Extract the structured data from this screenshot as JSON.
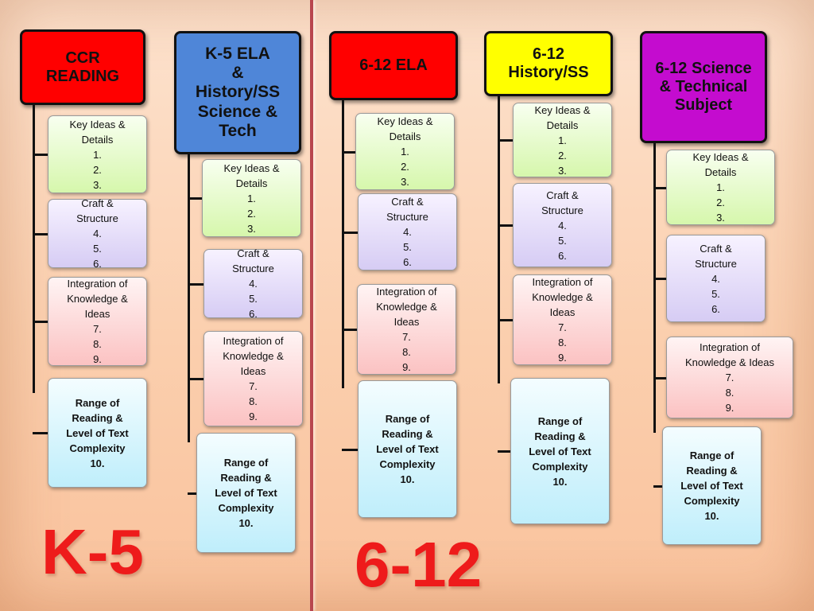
{
  "columns": [
    {
      "header": "CCR\nREADING",
      "header_color": "#ff0000",
      "cards": [
        {
          "lines": [
            "Key Ideas &",
            "Details",
            "1.",
            "2.",
            "3."
          ]
        },
        {
          "lines": [
            "Craft &",
            "Structure",
            "4.",
            "5.",
            "6."
          ]
        },
        {
          "lines": [
            "Integration of",
            "Knowledge &",
            "Ideas",
            "7.",
            "8.",
            "9."
          ]
        },
        {
          "lines": [
            "Range of",
            "Reading &",
            "Level of Text",
            "Complexity",
            "10."
          ]
        }
      ]
    },
    {
      "header": "K-5 ELA\n&\nHistory/SS\nScience &\nTech",
      "header_color": "#4f86d8",
      "cards": [
        {
          "lines": [
            "Key Ideas &",
            "Details",
            "1.",
            "2.",
            "3."
          ]
        },
        {
          "lines": [
            "Craft &",
            "Structure",
            "4.",
            "5.",
            "6."
          ]
        },
        {
          "lines": [
            "Integration of",
            "Knowledge &",
            "Ideas",
            "7.",
            "8.",
            "9."
          ]
        },
        {
          "lines": [
            "Range of",
            "Reading &",
            "Level of Text",
            "Complexity",
            "10."
          ]
        }
      ]
    },
    {
      "header": "6-12 ELA",
      "header_color": "#ff0000",
      "cards": [
        {
          "lines": [
            "Key Ideas &",
            "Details",
            "1.",
            "2.",
            "3."
          ]
        },
        {
          "lines": [
            "Craft &",
            "Structure",
            "4.",
            "5.",
            "6."
          ]
        },
        {
          "lines": [
            "Integration of",
            "Knowledge &",
            "Ideas",
            "7.",
            "8.",
            "9."
          ]
        },
        {
          "lines": [
            "Range of",
            "Reading &",
            "Level of Text",
            "Complexity",
            "10."
          ]
        }
      ]
    },
    {
      "header": "6-12\nHistory/SS",
      "header_color": "#ffff00",
      "cards": [
        {
          "lines": [
            "Key Ideas &",
            "Details",
            "1.",
            "2.",
            "3."
          ]
        },
        {
          "lines": [
            "Craft &",
            "Structure",
            "4.",
            "5.",
            "6."
          ]
        },
        {
          "lines": [
            "Integration of",
            "Knowledge &",
            "Ideas",
            "7.",
            "8.",
            "9."
          ]
        },
        {
          "lines": [
            "Range of",
            "Reading &",
            "Level of Text",
            "Complexity",
            "10."
          ]
        }
      ]
    },
    {
      "header": "6-12 Science\n& Technical\nSubject",
      "header_color": "#c40ccf",
      "cards": [
        {
          "lines": [
            "Key Ideas &",
            "Details",
            "1.",
            "2.",
            "3."
          ]
        },
        {
          "lines": [
            "Craft &",
            "Structure",
            "4.",
            "5.",
            "6."
          ]
        },
        {
          "lines": [
            "Integration of",
            "Knowledge & Ideas",
            "7.",
            "8.",
            "9."
          ]
        },
        {
          "lines": [
            "Range of",
            "Reading &",
            "Level of Text",
            "Complexity",
            "10."
          ]
        }
      ]
    }
  ],
  "labels": {
    "k5": "K-5",
    "g612": "6-12"
  }
}
